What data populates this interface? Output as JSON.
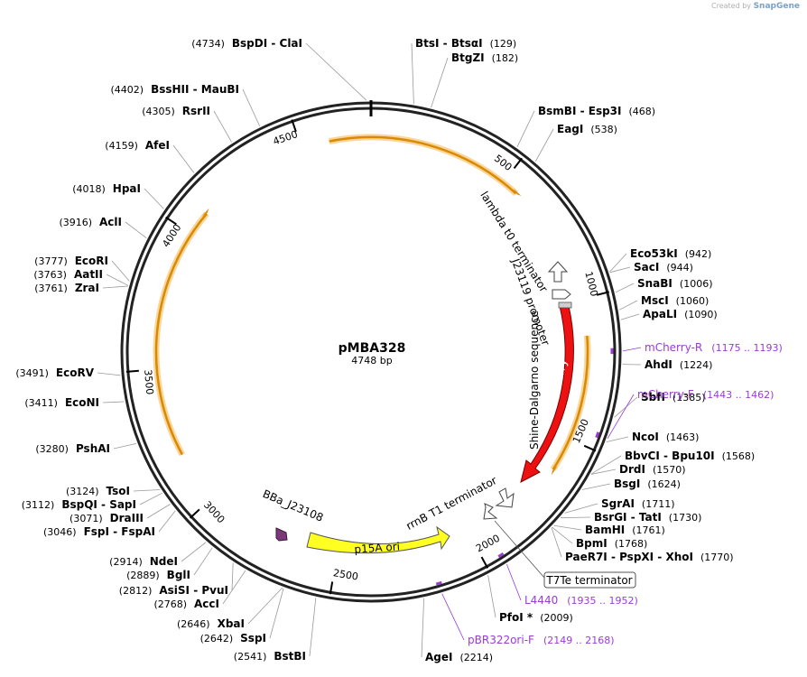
{
  "watermark": {
    "prefix": "Created by",
    "brand": "SnapGene"
  },
  "plasmid": {
    "name": "pMBA328",
    "size_label": "4748 bp",
    "length": 4748
  },
  "ticks": [
    "500",
    "1000",
    "1500",
    "2000",
    "2500",
    "3000",
    "3500",
    "4000",
    "4500"
  ],
  "sites": [
    {
      "name": "BspDI  -  ClaI",
      "pos": "(4734)"
    },
    {
      "name": "BtsI  -  BtsαI",
      "pos": "(129)"
    },
    {
      "name": "BtgZI",
      "pos": "(182)"
    },
    {
      "name": "BsmBI  -  Esp3I",
      "pos": "(468)"
    },
    {
      "name": "EagI",
      "pos": "(538)"
    },
    {
      "name": "Eco53kI",
      "pos": "(942)"
    },
    {
      "name": "SacI",
      "pos": "(944)"
    },
    {
      "name": "SnaBI",
      "pos": "(1006)"
    },
    {
      "name": "MscI",
      "pos": "(1060)"
    },
    {
      "name": "ApaLI",
      "pos": "(1090)"
    },
    {
      "name": "AhdI",
      "pos": "(1224)"
    },
    {
      "name": "SbfI",
      "pos": "(1385)"
    },
    {
      "name": "NcoI",
      "pos": "(1463)"
    },
    {
      "name": "BbvCI  -  Bpu10I",
      "pos": "(1568)"
    },
    {
      "name": "DrdI",
      "pos": "(1570)"
    },
    {
      "name": "BsgI",
      "pos": "(1624)"
    },
    {
      "name": "SgrAI",
      "pos": "(1711)"
    },
    {
      "name": "BsrGI  -  TatI",
      "pos": "(1730)"
    },
    {
      "name": "BamHI",
      "pos": "(1761)"
    },
    {
      "name": "BpmI",
      "pos": "(1768)"
    },
    {
      "name": "PaeR7I  -  PspXI  -  XhoI",
      "pos": "(1770)"
    },
    {
      "name": "PfoI *",
      "pos": "(2009)"
    },
    {
      "name": "AgeI",
      "pos": "(2214)"
    },
    {
      "name": "BstBI",
      "pos": "(2541)"
    },
    {
      "name": "SspI",
      "pos": "(2642)"
    },
    {
      "name": "XbaI",
      "pos": "(2646)"
    },
    {
      "name": "AccI",
      "pos": "(2768)"
    },
    {
      "name": "AsiSI  -  PvuI",
      "pos": "(2812)"
    },
    {
      "name": "BglI",
      "pos": "(2889)"
    },
    {
      "name": "NdeI",
      "pos": "(2914)"
    },
    {
      "name": "FspI  -  FspAI",
      "pos": "(3046)"
    },
    {
      "name": "DraIII",
      "pos": "(3071)"
    },
    {
      "name": "BspQI  -  SapI",
      "pos": "(3112)"
    },
    {
      "name": "TsoI",
      "pos": "(3124)"
    },
    {
      "name": "PshAI",
      "pos": "(3280)"
    },
    {
      "name": "EcoNI",
      "pos": "(3411)"
    },
    {
      "name": "EcoRV",
      "pos": "(3491)"
    },
    {
      "name": "ZraI",
      "pos": "(3761)"
    },
    {
      "name": "AatII",
      "pos": "(3763)"
    },
    {
      "name": "EcoRI",
      "pos": "(3777)"
    },
    {
      "name": "AclI",
      "pos": "(3916)"
    },
    {
      "name": "HpaI",
      "pos": "(4018)"
    },
    {
      "name": "AfeI",
      "pos": "(4159)"
    },
    {
      "name": "RsrII",
      "pos": "(4305)"
    },
    {
      "name": "BssHII  -  MauBI",
      "pos": "(4402)"
    }
  ],
  "primers": [
    {
      "name": "mCherry-R",
      "pos": "(1175 .. 1193)"
    },
    {
      "name": "mCherry-F",
      "pos": "(1443 .. 1462)"
    },
    {
      "name": "L4440",
      "pos": "(1935 .. 1952)"
    },
    {
      "name": "pBR322ori-F",
      "pos": "(2149 .. 2168)"
    }
  ],
  "features": {
    "lambda_t0": "lambda t0 terminator",
    "j23119": "J23119 promoter",
    "shine_dalgarno": "Shine-Dalgarno sequence",
    "mcherry": "mCherry",
    "rrnb_t1": "rrnB T1 terminator",
    "t7te": "T7Te terminator",
    "p15a": "p15A ori",
    "bba_j23108": "BBa_J23108"
  },
  "colors": {
    "mcherry": "#ee1111",
    "p15a": "#ffff22",
    "primer": "#9a3bd6",
    "orange_arc": "#d98a00",
    "orange_glow": "#fbd59a",
    "bba": "#7a3a7a"
  }
}
